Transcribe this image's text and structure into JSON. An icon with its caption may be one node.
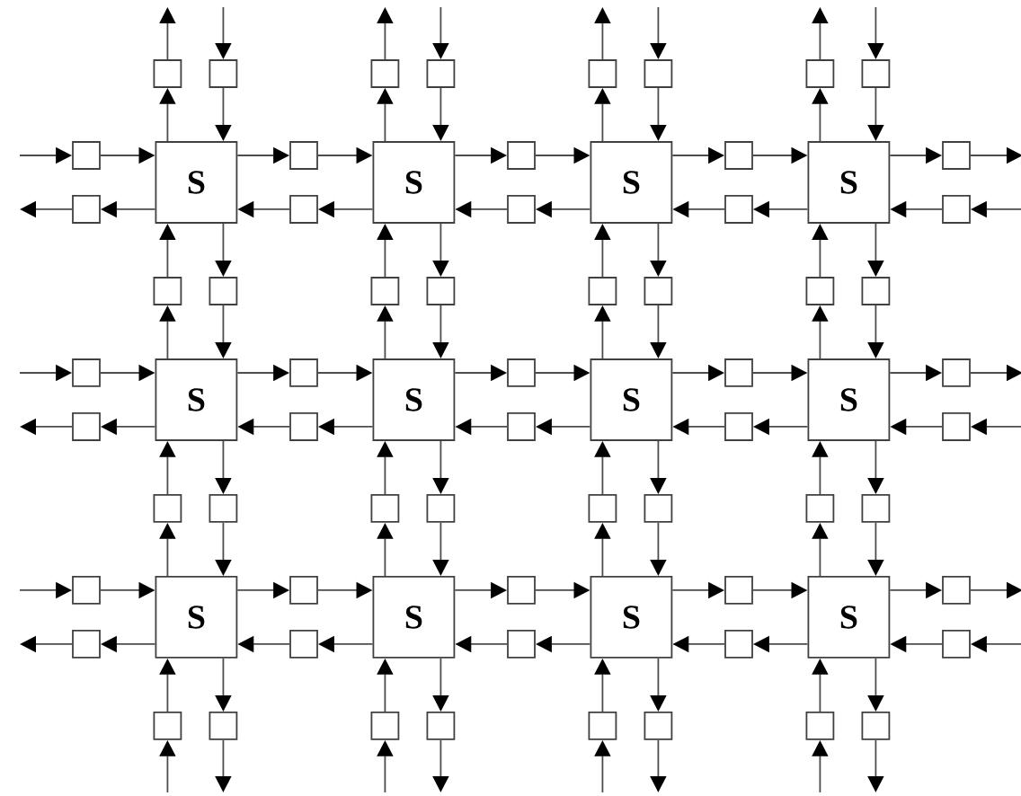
{
  "diagram": {
    "nodes": [
      {
        "text": [
          "S"
        ]
      },
      {
        "text": [
          "S"
        ]
      },
      {
        "text": [
          "S"
        ]
      },
      {
        "text": [
          "S"
        ]
      },
      {
        "text": [
          "S"
        ]
      },
      {
        "text": [
          "S"
        ]
      },
      {
        "text": [
          "S"
        ]
      },
      {
        "text": [
          "S"
        ]
      },
      {
        "text": [
          "S"
        ]
      },
      {
        "text": [
          "S"
        ]
      },
      {
        "text": [
          "S"
        ]
      },
      {
        "text": [
          "S"
        ]
      },
      {
        "text": [],
        "shape": "box"
      },
      {
        "text": [],
        "shape": "box"
      },
      {
        "text": [],
        "shape": "box"
      },
      {
        "text": [],
        "shape": "box"
      },
      {
        "text": [],
        "shape": "box"
      },
      {
        "text": [],
        "shape": "box"
      },
      {
        "text": [],
        "shape": "box"
      },
      {
        "text": [],
        "shape": "box"
      },
      {
        "text": [],
        "shape": "box"
      },
      {
        "text": [],
        "shape": "box"
      },
      {
        "text": [],
        "shape": "box"
      },
      {
        "text": [],
        "shape": "box"
      },
      {
        "text": [],
        "shape": "box"
      },
      {
        "text": [],
        "shape": "box"
      },
      {
        "text": [],
        "shape": "box"
      },
      {
        "text": [],
        "shape": "box"
      },
      {
        "text": [],
        "shape": "box"
      },
      {
        "text": [],
        "shape": "box"
      },
      {
        "text": [],
        "shape": "box"
      },
      {
        "text": [],
        "shape": "box"
      },
      {
        "text": [],
        "shape": "box"
      },
      {
        "text": [],
        "shape": "box"
      },
      {
        "text": [],
        "shape": "box"
      },
      {
        "text": [],
        "shape": "box"
      },
      {
        "text": [],
        "shape": "box"
      },
      {
        "text": [],
        "shape": "box"
      },
      {
        "text": [],
        "shape": "box"
      },
      {
        "text": [],
        "shape": "box"
      },
      {
        "text": [],
        "shape": "box"
      },
      {
        "text": [],
        "shape": "box"
      },
      {
        "text": [],
        "shape": "box"
      },
      {
        "text": [],
        "shape": "box"
      },
      {
        "text": [],
        "shape": "box"
      },
      {
        "text": [],
        "shape": "box"
      },
      {
        "text": [],
        "shape": "box"
      },
      {
        "text": [],
        "shape": "box"
      },
      {
        "text": [],
        "shape": "box"
      },
      {
        "text": [],
        "shape": "box"
      },
      {
        "text": [],
        "shape": "box"
      },
      {
        "text": [],
        "shape": "box"
      },
      {
        "text": [],
        "shape": "box"
      },
      {
        "text": [],
        "shape": "box"
      },
      {
        "text": [],
        "shape": "box"
      },
      {
        "text": [],
        "shape": "box"
      },
      {
        "text": [],
        "shape": "box"
      },
      {
        "text": [],
        "shape": "box"
      },
      {
        "text": [],
        "shape": "box"
      },
      {
        "text": [],
        "shape": "box"
      },
      {
        "text": [],
        "shape": "box"
      },
      {
        "text": [],
        "shape": "box"
      },
      {
        "text": [],
        "shape": "box"
      },
      {
        "text": [],
        "shape": "box"
      },
      {
        "text": [],
        "shape": "box"
      },
      {
        "text": [],
        "shape": "box"
      },
      {
        "text": [],
        "shape": "box"
      },
      {
        "text": [],
        "shape": "box"
      },
      {
        "text": [],
        "shape": "box"
      },
      {
        "text": [],
        "shape": "box"
      },
      {
        "text": [],
        "shape": "box"
      },
      {
        "text": [],
        "shape": "box"
      },
      {
        "text": [],
        "shape": "box"
      },
      {
        "text": [],
        "shape": "box"
      }
    ],
    "edges": [
      {
        "from": 0,
        "to": 12,
        "arrow": "to"
      },
      {
        "from": 12,
        "to": null,
        "arrow": "to"
      },
      {
        "from": null,
        "to": 13,
        "arrow": "to"
      },
      {
        "from": 13,
        "to": 0,
        "arrow": "to"
      },
      {
        "from": 1,
        "to": 14,
        "arrow": "to"
      },
      {
        "from": 14,
        "to": null,
        "arrow": "to"
      },
      {
        "from": null,
        "to": 15,
        "arrow": "to"
      },
      {
        "from": 15,
        "to": 1,
        "arrow": "to"
      },
      {
        "from": 2,
        "to": 16,
        "arrow": "to"
      },
      {
        "from": 16,
        "to": null,
        "arrow": "to"
      },
      {
        "from": null,
        "to": 17,
        "arrow": "to"
      },
      {
        "from": 17,
        "to": 2,
        "arrow": "to"
      },
      {
        "from": 3,
        "to": 18,
        "arrow": "to"
      },
      {
        "from": 18,
        "to": null,
        "arrow": "to"
      },
      {
        "from": null,
        "to": 19,
        "arrow": "to"
      },
      {
        "from": 19,
        "to": 3,
        "arrow": "to"
      },
      {
        "from": null,
        "to": 20,
        "arrow": "to"
      },
      {
        "from": 20,
        "to": 0,
        "arrow": "to"
      },
      {
        "from": 0,
        "to": 21,
        "arrow": "to"
      },
      {
        "from": 21,
        "to": 1,
        "arrow": "to"
      },
      {
        "from": 1,
        "to": 22,
        "arrow": "to"
      },
      {
        "from": 22,
        "to": 2,
        "arrow": "to"
      },
      {
        "from": 2,
        "to": 23,
        "arrow": "to"
      },
      {
        "from": 23,
        "to": 3,
        "arrow": "to"
      },
      {
        "from": 3,
        "to": 24,
        "arrow": "to"
      },
      {
        "from": 24,
        "to": null,
        "arrow": "to"
      },
      {
        "from": 0,
        "to": 25,
        "arrow": "to"
      },
      {
        "from": 25,
        "to": null,
        "arrow": "to"
      },
      {
        "from": 1,
        "to": 26,
        "arrow": "to"
      },
      {
        "from": 26,
        "to": 0,
        "arrow": "to"
      },
      {
        "from": 2,
        "to": 27,
        "arrow": "to"
      },
      {
        "from": 27,
        "to": 1,
        "arrow": "to"
      },
      {
        "from": 3,
        "to": 28,
        "arrow": "to"
      },
      {
        "from": 28,
        "to": 2,
        "arrow": "to"
      },
      {
        "from": null,
        "to": 29,
        "arrow": "to"
      },
      {
        "from": 29,
        "to": 3,
        "arrow": "to"
      },
      {
        "from": 4,
        "to": 30,
        "arrow": "to"
      },
      {
        "from": 30,
        "to": 0,
        "arrow": "to"
      },
      {
        "from": 0,
        "to": 31,
        "arrow": "to"
      },
      {
        "from": 31,
        "to": 4,
        "arrow": "to"
      },
      {
        "from": 5,
        "to": 32,
        "arrow": "to"
      },
      {
        "from": 32,
        "to": 1,
        "arrow": "to"
      },
      {
        "from": 1,
        "to": 33,
        "arrow": "to"
      },
      {
        "from": 33,
        "to": 5,
        "arrow": "to"
      },
      {
        "from": 6,
        "to": 34,
        "arrow": "to"
      },
      {
        "from": 34,
        "to": 2,
        "arrow": "to"
      },
      {
        "from": 2,
        "to": 35,
        "arrow": "to"
      },
      {
        "from": 35,
        "to": 6,
        "arrow": "to"
      },
      {
        "from": 7,
        "to": 36,
        "arrow": "to"
      },
      {
        "from": 36,
        "to": 3,
        "arrow": "to"
      },
      {
        "from": 3,
        "to": 37,
        "arrow": "to"
      },
      {
        "from": 37,
        "to": 7,
        "arrow": "to"
      },
      {
        "from": null,
        "to": 38,
        "arrow": "to"
      },
      {
        "from": 38,
        "to": 4,
        "arrow": "to"
      },
      {
        "from": 4,
        "to": 39,
        "arrow": "to"
      },
      {
        "from": 39,
        "to": 5,
        "arrow": "to"
      },
      {
        "from": 5,
        "to": 40,
        "arrow": "to"
      },
      {
        "from": 40,
        "to": 6,
        "arrow": "to"
      },
      {
        "from": 6,
        "to": 41,
        "arrow": "to"
      },
      {
        "from": 41,
        "to": 7,
        "arrow": "to"
      },
      {
        "from": 7,
        "to": 42,
        "arrow": "to"
      },
      {
        "from": 42,
        "to": null,
        "arrow": "to"
      },
      {
        "from": 4,
        "to": 43,
        "arrow": "to"
      },
      {
        "from": 43,
        "to": null,
        "arrow": "to"
      },
      {
        "from": 5,
        "to": 44,
        "arrow": "to"
      },
      {
        "from": 44,
        "to": 4,
        "arrow": "to"
      },
      {
        "from": 6,
        "to": 45,
        "arrow": "to"
      },
      {
        "from": 45,
        "to": 5,
        "arrow": "to"
      },
      {
        "from": 7,
        "to": 46,
        "arrow": "to"
      },
      {
        "from": 46,
        "to": 6,
        "arrow": "to"
      },
      {
        "from": null,
        "to": 47,
        "arrow": "to"
      },
      {
        "from": 47,
        "to": 7,
        "arrow": "to"
      },
      {
        "from": 8,
        "to": 48,
        "arrow": "to"
      },
      {
        "from": 48,
        "to": 4,
        "arrow": "to"
      },
      {
        "from": 4,
        "to": 49,
        "arrow": "to"
      },
      {
        "from": 49,
        "to": 8,
        "arrow": "to"
      },
      {
        "from": 9,
        "to": 50,
        "arrow": "to"
      },
      {
        "from": 50,
        "to": 5,
        "arrow": "to"
      },
      {
        "from": 5,
        "to": 51,
        "arrow": "to"
      },
      {
        "from": 51,
        "to": 9,
        "arrow": "to"
      },
      {
        "from": 10,
        "to": 52,
        "arrow": "to"
      },
      {
        "from": 52,
        "to": 6,
        "arrow": "to"
      },
      {
        "from": 6,
        "to": 53,
        "arrow": "to"
      },
      {
        "from": 53,
        "to": 10,
        "arrow": "to"
      },
      {
        "from": 11,
        "to": 54,
        "arrow": "to"
      },
      {
        "from": 54,
        "to": 7,
        "arrow": "to"
      },
      {
        "from": 7,
        "to": 55,
        "arrow": "to"
      },
      {
        "from": 55,
        "to": 11,
        "arrow": "to"
      },
      {
        "from": null,
        "to": 56,
        "arrow": "to"
      },
      {
        "from": 56,
        "to": 8,
        "arrow": "to"
      },
      {
        "from": 8,
        "to": 57,
        "arrow": "to"
      },
      {
        "from": 57,
        "to": 9,
        "arrow": "to"
      },
      {
        "from": 9,
        "to": 58,
        "arrow": "to"
      },
      {
        "from": 58,
        "to": 10,
        "arrow": "to"
      },
      {
        "from": 10,
        "to": 59,
        "arrow": "to"
      },
      {
        "from": 59,
        "to": 11,
        "arrow": "to"
      },
      {
        "from": 11,
        "to": 60,
        "arrow": "to"
      },
      {
        "from": 60,
        "to": null,
        "arrow": "to"
      },
      {
        "from": 8,
        "to": 61,
        "arrow": "to"
      },
      {
        "from": 61,
        "to": null,
        "arrow": "to"
      },
      {
        "from": 9,
        "to": 62,
        "arrow": "to"
      },
      {
        "from": 62,
        "to": 8,
        "arrow": "to"
      },
      {
        "from": 10,
        "to": 63,
        "arrow": "to"
      },
      {
        "from": 63,
        "to": 9,
        "arrow": "to"
      },
      {
        "from": 11,
        "to": 64,
        "arrow": "to"
      },
      {
        "from": 64,
        "to": 10,
        "arrow": "to"
      },
      {
        "from": null,
        "to": 65,
        "arrow": "to"
      },
      {
        "from": 65,
        "to": 11,
        "arrow": "to"
      },
      {
        "from": null,
        "to": 66,
        "arrow": "to"
      },
      {
        "from": 66,
        "to": 8,
        "arrow": "to"
      },
      {
        "from": 8,
        "to": 67,
        "arrow": "to"
      },
      {
        "from": 67,
        "to": null,
        "arrow": "to"
      },
      {
        "from": null,
        "to": 68,
        "arrow": "to"
      },
      {
        "from": 68,
        "to": 9,
        "arrow": "to"
      },
      {
        "from": 9,
        "to": 69,
        "arrow": "to"
      },
      {
        "from": 69,
        "to": null,
        "arrow": "to"
      },
      {
        "from": null,
        "to": 70,
        "arrow": "to"
      },
      {
        "from": 70,
        "to": 10,
        "arrow": "to"
      },
      {
        "from": 10,
        "to": 71,
        "arrow": "to"
      },
      {
        "from": 71,
        "to": null,
        "arrow": "to"
      },
      {
        "from": null,
        "to": 72,
        "arrow": "to"
      },
      {
        "from": 72,
        "to": 11,
        "arrow": "to"
      },
      {
        "from": 11,
        "to": 73,
        "arrow": "to"
      },
      {
        "from": 73,
        "to": null,
        "arrow": "to"
      }
    ]
  }
}
